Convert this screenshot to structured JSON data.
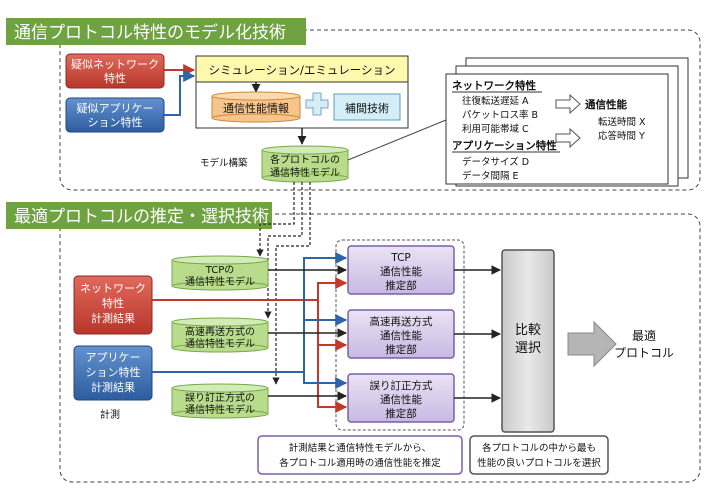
{
  "section1": {
    "title": "通信プロトコル特性のモデル化技術"
  },
  "section2": {
    "title": "最適プロトコルの推定・選択技術"
  },
  "top": {
    "pseudo_network": [
      "疑似ネットワーク",
      "特性"
    ],
    "pseudo_app": [
      "疑似アプリケー",
      "ション特性"
    ],
    "simulation": "シミュレーション/エミュレーション",
    "perf_info": "通信性能情報",
    "interp": "補間技術",
    "model_build": "モデル構築",
    "model_db": [
      "各プロトコルの",
      "通信特性モデル"
    ]
  },
  "stack": {
    "network_header": "ネットワーク特性",
    "network_items": [
      "往復転送遅延  A",
      "パケットロス率  B",
      "利用可能帯域  C"
    ],
    "app_header": "アプリケーション特性",
    "app_items": [
      "データサイズ  D",
      "データ間隔    E"
    ],
    "perf_header": "通信性能",
    "perf_items": [
      "転送時間  X",
      "応答時間  Y"
    ]
  },
  "bottom": {
    "net_result": [
      "ネットワーク",
      "特性",
      "計測結果"
    ],
    "app_result": [
      "アプリケー",
      "ション特性",
      "計測結果"
    ],
    "measure": "計測",
    "models": [
      [
        "TCPの",
        "通信特性モデル"
      ],
      [
        "高速再送方式の",
        "通信特性モデル"
      ],
      [
        "誤り訂正方式の",
        "通信特性モデル"
      ]
    ],
    "estimators": [
      [
        "TCP",
        "通信性能",
        "推定部"
      ],
      [
        "高速再送方式",
        "通信性能",
        "推定部"
      ],
      [
        "誤り訂正方式",
        "通信性能",
        "推定部"
      ]
    ],
    "compare": [
      "比較",
      "選択"
    ],
    "optimal": [
      "最適",
      "プロトコル"
    ],
    "caption_left": [
      "計測結果と通信特性モデルから、",
      "各プロトコル適用時の通信性能を推定"
    ],
    "caption_right": [
      "各プロトコルの中から最も",
      "性能の良いプロトコルを選択"
    ]
  },
  "colors": {
    "title_green": "#6fa342",
    "red": "#c0392b",
    "blue": "#2e64a8",
    "purple": "#7b5fa8",
    "lavender": "#d7cdea",
    "green_db": "#b9dc8c",
    "orange_db": "#f7c48a",
    "yellow": "#fff9b0",
    "cyan": "#d3eef7",
    "gray": "#9a9a9a"
  }
}
